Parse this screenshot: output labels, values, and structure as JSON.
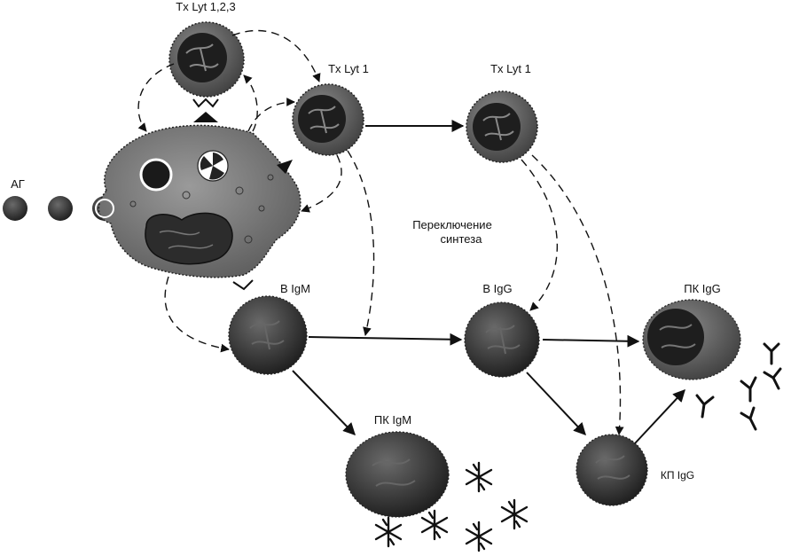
{
  "labels": {
    "th_lyt123": "Tх Lyt 1,2,3",
    "th_lyt1_a": "Tх Lyt 1",
    "th_lyt1_b": "Tх Lyt 1",
    "ag": "АГ",
    "switch_line1": "Переключение",
    "switch_line2": "синтеза",
    "b_igm": "B IgM",
    "b_igg": "B IgG",
    "pk_igg": "ПК IgG",
    "pk_igm": "ПК IgM",
    "kp_igg": "КП IgG"
  },
  "colors": {
    "ink": "#111111",
    "cell_dark": "#2a2a2a",
    "cell_mid": "#4a4a4a",
    "background": "#ffffff"
  }
}
